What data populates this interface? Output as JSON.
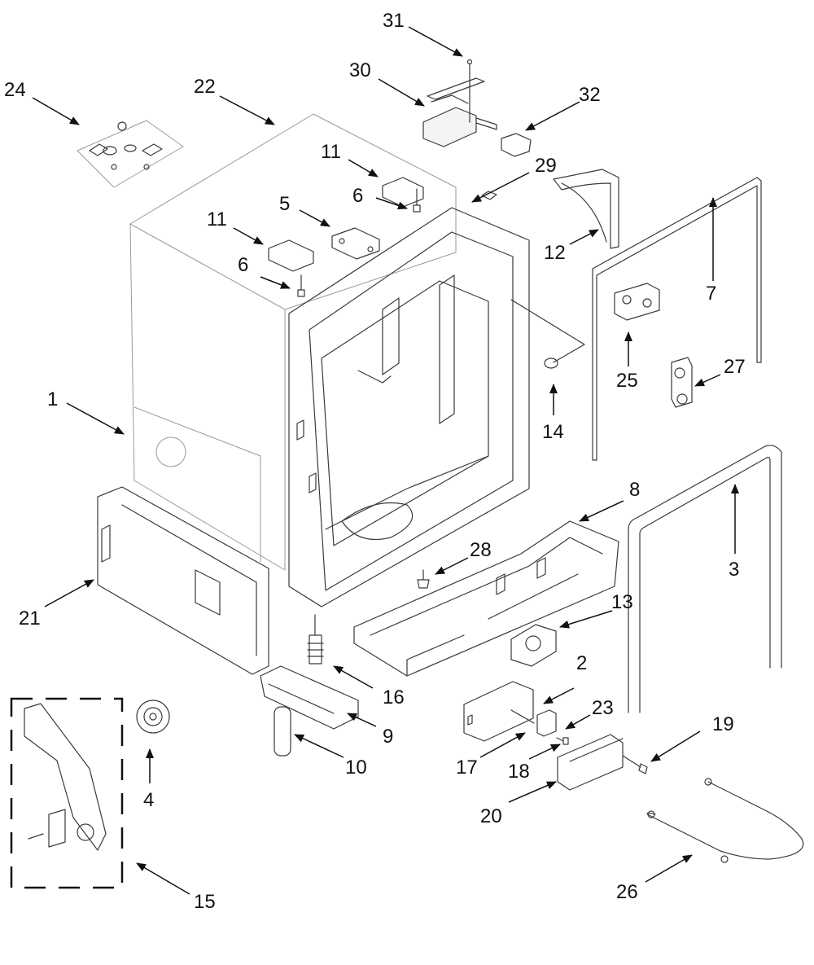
{
  "diagram": {
    "colors": {
      "line": "#3a3a3a",
      "text": "#111111",
      "background": "#ffffff"
    },
    "callouts": [
      {
        "id": "1",
        "label": "1"
      },
      {
        "id": "2",
        "label": "2"
      },
      {
        "id": "3",
        "label": "3"
      },
      {
        "id": "4",
        "label": "4"
      },
      {
        "id": "5",
        "label": "5"
      },
      {
        "id": "6a",
        "label": "6"
      },
      {
        "id": "6b",
        "label": "6"
      },
      {
        "id": "7",
        "label": "7"
      },
      {
        "id": "8",
        "label": "8"
      },
      {
        "id": "9",
        "label": "9"
      },
      {
        "id": "10",
        "label": "10"
      },
      {
        "id": "11a",
        "label": "11"
      },
      {
        "id": "11b",
        "label": "11"
      },
      {
        "id": "12",
        "label": "12"
      },
      {
        "id": "13",
        "label": "13"
      },
      {
        "id": "14",
        "label": "14"
      },
      {
        "id": "15",
        "label": "15"
      },
      {
        "id": "16",
        "label": "16"
      },
      {
        "id": "17",
        "label": "17"
      },
      {
        "id": "18",
        "label": "18"
      },
      {
        "id": "19",
        "label": "19"
      },
      {
        "id": "20",
        "label": "20"
      },
      {
        "id": "21",
        "label": "21"
      },
      {
        "id": "22",
        "label": "22"
      },
      {
        "id": "23",
        "label": "23"
      },
      {
        "id": "24",
        "label": "24"
      },
      {
        "id": "25",
        "label": "25"
      },
      {
        "id": "26",
        "label": "26"
      },
      {
        "id": "27",
        "label": "27"
      },
      {
        "id": "28",
        "label": "28"
      },
      {
        "id": "29",
        "label": "29"
      },
      {
        "id": "30",
        "label": "30"
      },
      {
        "id": "31",
        "label": "31"
      },
      {
        "id": "32",
        "label": "32"
      }
    ]
  }
}
